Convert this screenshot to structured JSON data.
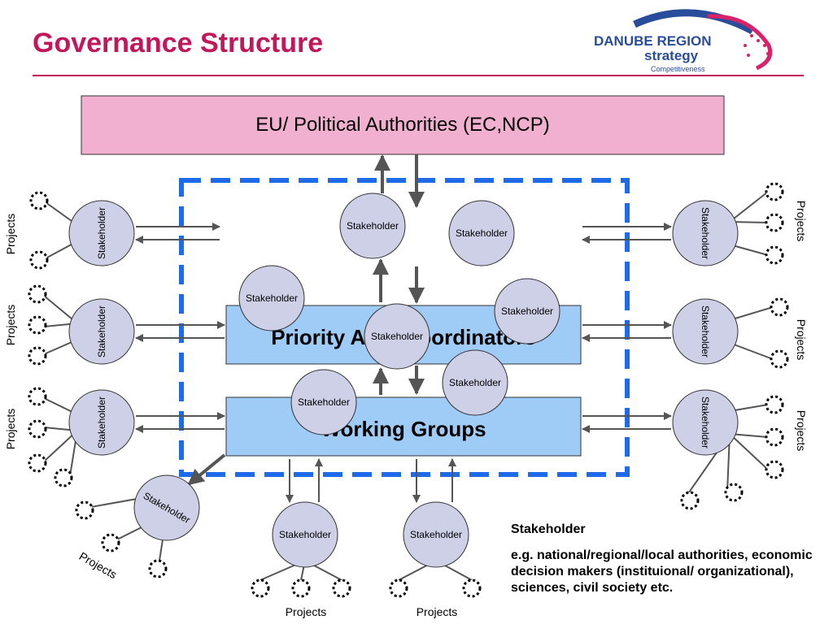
{
  "header": {
    "title": "Governance Structure",
    "logo": {
      "line1": "DANUBE REGION",
      "line2": "strategy",
      "line3": "Competitiveness"
    }
  },
  "diagram": {
    "authority_box": "EU/ Political Authorities (EC,NCP)",
    "coordinators_box": "Priority Area Coordinators",
    "working_groups_box": "Working Groups",
    "stakeholder_label": "Stakeholder",
    "projects_label": "Projects"
  },
  "legend": {
    "heading": "Stakeholder",
    "description": "e.g. national/regional/local authorities, economic decision makers (instituional/ organizational), sciences, civil society etc."
  },
  "colors": {
    "title": "#c2185b",
    "authority_fill": "#f2b0d0",
    "box_fill": "#9fcbf7",
    "stakeholder_fill": "#cdd0e6",
    "dashed_frame": "#1f6ae8",
    "arrow": "#555555"
  }
}
